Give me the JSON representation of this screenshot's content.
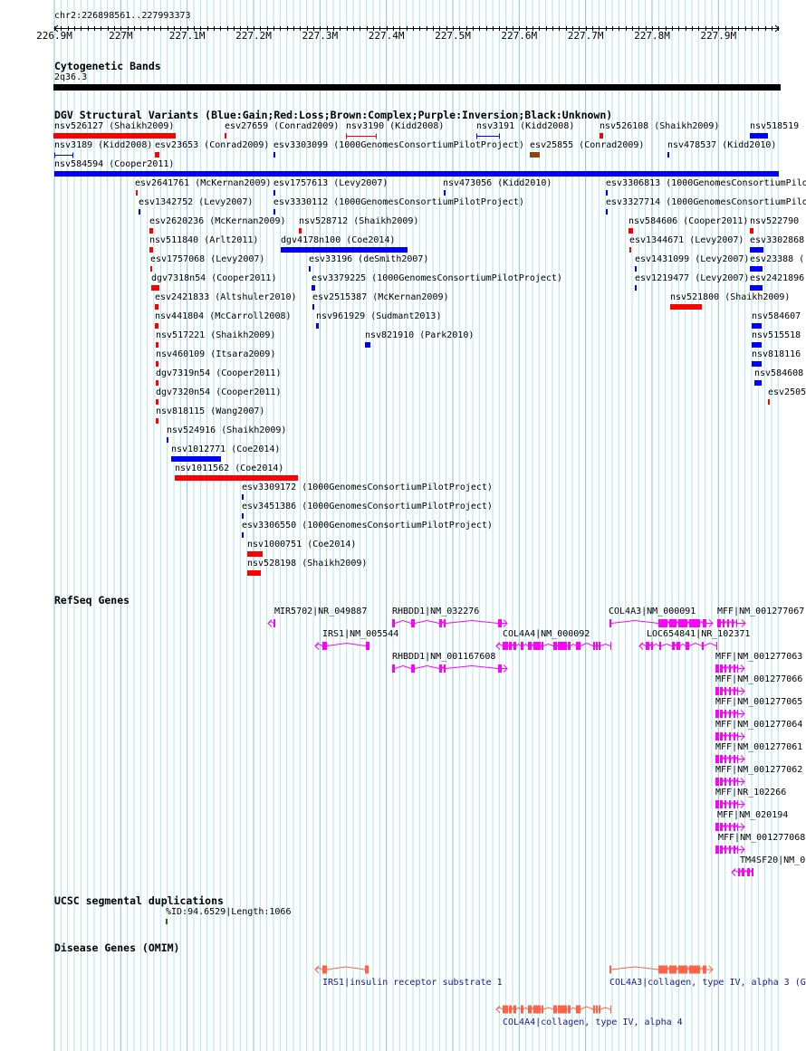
{
  "ruler": {
    "position": "chr2:226898561..227993373",
    "ticks": [
      "226.9M",
      "227M",
      "227.1M",
      "227.2M",
      "227.3M",
      "227.4M",
      "227.5M",
      "227.6M",
      "227.7M",
      "227.8M",
      "227.9M"
    ]
  },
  "colors": {
    "gain": "#0000ff",
    "loss": "#ff0000",
    "complex": "#8b4513",
    "gene": "#ff00ff",
    "omim": "#ff6347",
    "omim_label": "#1a1a8c",
    "segdup": "#008000",
    "grid_minor": "#aee6ee",
    "grid_major": "#86c2e6"
  },
  "cyto": {
    "title": "Cytogenetic Bands",
    "band": "2q36.3"
  },
  "dgv": {
    "title": "DGV Structural Variants (Blue:Gain;Red:Loss;Brown:Complex;Purple:Inversion;Black:Unknown)",
    "features": [
      {
        "label": "nsv526127 (Shaikh2009)",
        "type": "loss"
      },
      {
        "label": "esv27659 (Conrad2009)",
        "type": "loss"
      },
      {
        "label": "nsv3190 (Kidd2008)",
        "type": "loss"
      },
      {
        "label": "nsv3191 (Kidd2008)",
        "type": "gain"
      },
      {
        "label": "nsv526108 (Shaikh2009)",
        "type": "loss"
      },
      {
        "label": "nsv518519 (",
        "type": "gain"
      },
      {
        "label": "nsv3189 (Kidd2008)",
        "type": "gain"
      },
      {
        "label": "esv23653 (Conrad2009)",
        "type": "loss"
      },
      {
        "label": "esv3303099 (1000GenomesConsortiumPilotProject)",
        "type": "gain"
      },
      {
        "label": "esv25855 (Conrad2009)",
        "type": "complex"
      },
      {
        "label": "nsv478537 (Kidd2010)",
        "type": "gain"
      },
      {
        "label": "nsv584594 (Cooper2011)",
        "type": "gain"
      },
      {
        "label": "esv2641761 (McKernan2009)",
        "type": "loss"
      },
      {
        "label": "esv1757613 (Levy2007)",
        "type": "gain"
      },
      {
        "label": "nsv473056 (Kidd2010)",
        "type": "gain"
      },
      {
        "label": "esv3306813 (1000GenomesConsortiumPilot",
        "type": "gain"
      },
      {
        "label": "esv1342752 (Levy2007)",
        "type": "gain"
      },
      {
        "label": "esv3330112 (1000GenomesConsortiumPilotProject)",
        "type": "gain"
      },
      {
        "label": "esv3327714 (1000GenomesConsortiumPilot",
        "type": "gain"
      },
      {
        "label": "esv2620236 (McKernan2009)",
        "type": "loss"
      },
      {
        "label": "nsv528712 (Shaikh2009)",
        "type": "loss"
      },
      {
        "label": "nsv584606 (Cooper2011)",
        "type": "loss"
      },
      {
        "label": "nsv522790 (",
        "type": "loss"
      },
      {
        "label": "nsv511840 (Arlt2011)",
        "type": "loss"
      },
      {
        "label": "dgv4178n100 (Coe2014)",
        "type": "gain"
      },
      {
        "label": "esv1344671 (Levy2007)",
        "type": "loss"
      },
      {
        "label": "esv3302868 (",
        "type": "gain"
      },
      {
        "label": "esv1757068 (Levy2007)",
        "type": "loss"
      },
      {
        "label": "esv33196 (deSmith2007)",
        "type": "gain"
      },
      {
        "label": "esv1431099 (Levy2007)",
        "type": "gain"
      },
      {
        "label": "esv23388 (",
        "type": "gain"
      },
      {
        "label": "dgv7318n54 (Cooper2011)",
        "type": "loss"
      },
      {
        "label": "esv3379225 (1000GenomesConsortiumPilotProject)",
        "type": "gain"
      },
      {
        "label": "esv1219477 (Levy2007)",
        "type": "gain"
      },
      {
        "label": "esv2421896 (",
        "type": "gain"
      },
      {
        "label": "esv2421833 (Altshuler2010)",
        "type": "loss"
      },
      {
        "label": "esv2515387 (McKernan2009)",
        "type": "gain"
      },
      {
        "label": "nsv521800 (Shaikh2009)",
        "type": "loss"
      },
      {
        "label": "nsv441804 (McCarroll2008)",
        "type": "loss"
      },
      {
        "label": "nsv961929 (Sudmant2013)",
        "type": "gain"
      },
      {
        "label": "nsv584607 (",
        "type": "gain"
      },
      {
        "label": "nsv517221 (Shaikh2009)",
        "type": "loss"
      },
      {
        "label": "nsv821910 (Park2010)",
        "type": "gain"
      },
      {
        "label": "nsv515518 (",
        "type": "gain"
      },
      {
        "label": "nsv460109 (Itsara2009)",
        "type": "loss"
      },
      {
        "label": "nsv818116 (",
        "type": "gain"
      },
      {
        "label": "dgv7319n54 (Cooper2011)",
        "type": "loss"
      },
      {
        "label": "nsv584608 (",
        "type": "gain"
      },
      {
        "label": "dgv7320n54 (Cooper2011)",
        "type": "loss"
      },
      {
        "label": "esv2505",
        "type": "loss"
      },
      {
        "label": "nsv818115 (Wang2007)",
        "type": "loss"
      },
      {
        "label": "nsv524916 (Shaikh2009)",
        "type": "gain"
      },
      {
        "label": "nsv1012771 (Coe2014)",
        "type": "gain"
      },
      {
        "label": "nsv1011562 (Coe2014)",
        "type": "loss"
      },
      {
        "label": "esv3309172 (1000GenomesConsortiumPilotProject)",
        "type": "gain"
      },
      {
        "label": "esv3451386 (1000GenomesConsortiumPilotProject)",
        "type": "gain"
      },
      {
        "label": "esv3306550 (1000GenomesConsortiumPilotProject)",
        "type": "gain"
      },
      {
        "label": "nsv1000751 (Coe2014)",
        "type": "loss"
      },
      {
        "label": "nsv528198 (Shaikh2009)",
        "type": "loss"
      }
    ]
  },
  "refseq": {
    "title": "RefSeq Genes",
    "genes": [
      {
        "label": "MIR5702|NR_049887"
      },
      {
        "label": "RHBDD1|NM_032276"
      },
      {
        "label": "COL4A3|NM_000091"
      },
      {
        "label": "MFF|NM_001277067"
      },
      {
        "label": "IRS1|NM_005544"
      },
      {
        "label": "COL4A4|NM_000092"
      },
      {
        "label": "LOC654841|NR_102371"
      },
      {
        "label": "RHBDD1|NM_001167608"
      },
      {
        "label": "MFF|NM_001277063"
      },
      {
        "label": "MFF|NM_001277066"
      },
      {
        "label": "MFF|NM_001277065"
      },
      {
        "label": "MFF|NM_001277064"
      },
      {
        "label": "MFF|NM_001277061"
      },
      {
        "label": "MFF|NM_001277062"
      },
      {
        "label": "MFF|NR_102266"
      },
      {
        "label": "MFF|NM_020194"
      },
      {
        "label": "MFF|NM_001277068"
      },
      {
        "label": "TM4SF20|NM_0"
      }
    ]
  },
  "segdup": {
    "title": "UCSC segmental duplications",
    "feature": "%ID:94.6529|Length:1066"
  },
  "omim": {
    "title": "Disease Genes (OMIM)",
    "genes": [
      {
        "label": "IRS1|insulin receptor substrate 1"
      },
      {
        "label": "COL4A3|collagen, type IV, alpha 3 (G"
      },
      {
        "label": "COL4A4|collagen, type IV, alpha 4"
      }
    ]
  }
}
